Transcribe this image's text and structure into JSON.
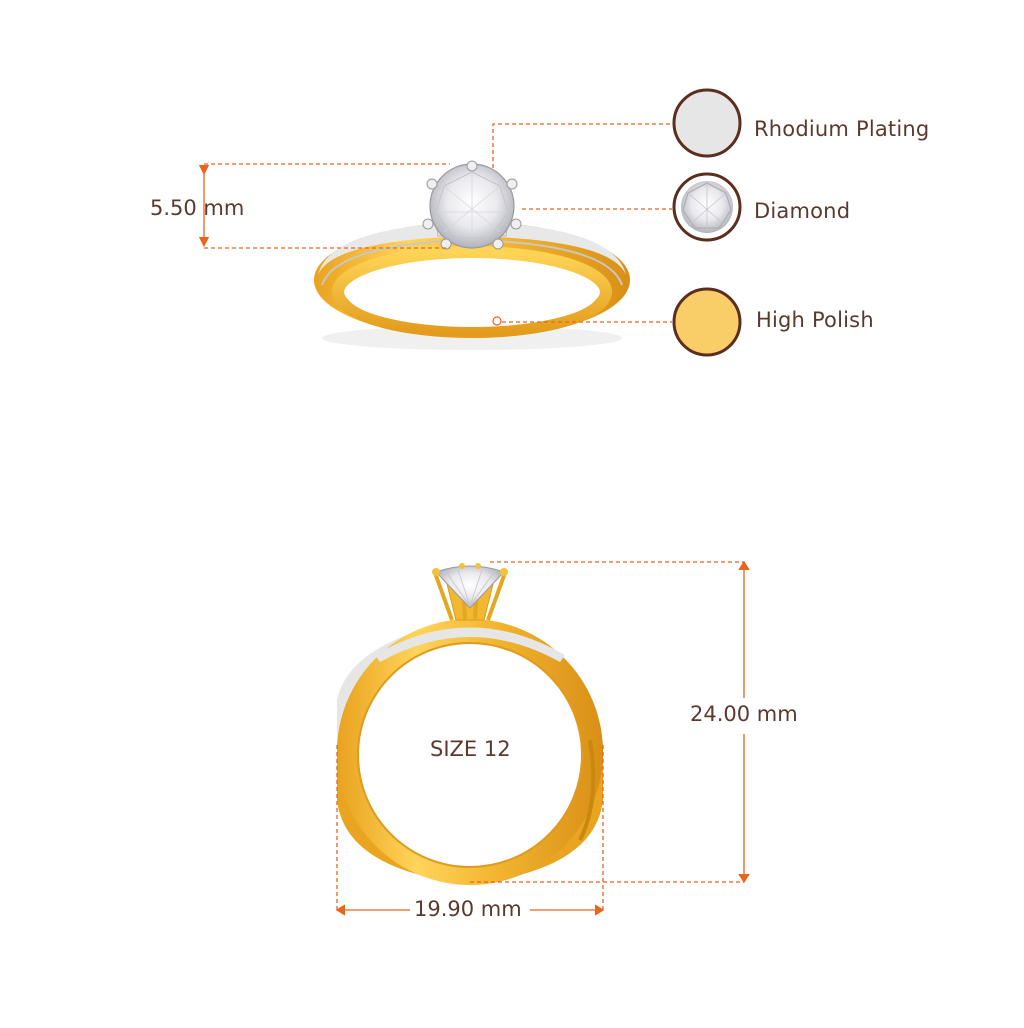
{
  "top_view": {
    "height_label": "5.50 mm",
    "materials": [
      {
        "label": "Rhodium Plating",
        "swatch": "rhodium-swatch-icon",
        "color": "#e6e6e6"
      },
      {
        "label": "Diamond",
        "swatch": "diamond-swatch-icon",
        "color": "#d9d9d9"
      },
      {
        "label": "High Polish",
        "swatch": "gold-swatch-icon",
        "color": "#f9cd68"
      }
    ]
  },
  "front_view": {
    "size_label": "SIZE 12",
    "height_label": "24.00 mm",
    "width_label": "19.90 mm"
  },
  "colors": {
    "dimension_line": "#e8651f",
    "text": "#5a3a2e",
    "gold": "#f2b92b",
    "gold_dark": "#d9941a",
    "rhodium": "#e8e8e8",
    "swatch_border": "#5c2e1e"
  }
}
